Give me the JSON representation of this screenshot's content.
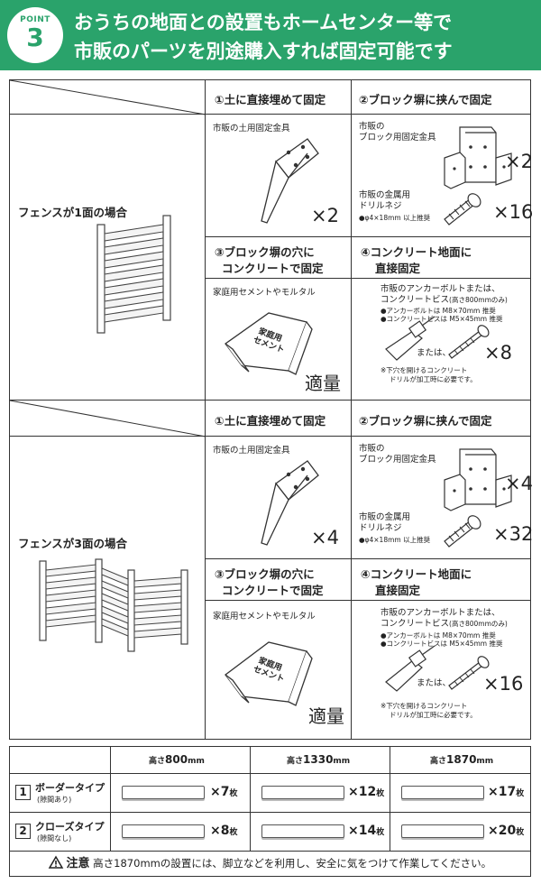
{
  "header": {
    "badge_label": "POINT",
    "badge_number": "3",
    "line1": "おうちの地面との設置もホームセンター等で",
    "line2": "市販のパーツを別途購入すれば固定可能です",
    "bg_color": "#2aa36b"
  },
  "sections": [
    {
      "row_label": "フェンスが1面の場合",
      "methods": {
        "m1": {
          "title": "①土に直接埋めて固定",
          "part": "市販の土用固定金具",
          "qty": "×2"
        },
        "m2": {
          "title": "②ブロック塀に挟んで固定",
          "part1_l1": "市販の",
          "part1_l2": "ブロック用固定金具",
          "qty1": "×2",
          "part2_l1": "市販の金属用",
          "part2_l2": "ドリルネジ",
          "part2_note": "●φ4×18mm 以上推奨",
          "qty2": "×16"
        },
        "m3": {
          "title_l1": "③ブロック塀の穴に",
          "title_l2": "コンクリートで固定",
          "part": "家庭用セメントやモルタル",
          "bag_l1": "家庭用",
          "bag_l2": "セメント",
          "qty": "適量"
        },
        "m4": {
          "title_l1": "④コンクリート地面に",
          "title_l2": "直接固定",
          "part_l1": "市販のアンカーボルトまたは、",
          "part_l2": "コンクリートビス",
          "part_l2_note": "(高さ800mmのみ)",
          "note1": "●アンカーボルトは M8×70mm 推奨",
          "note2": "●コンクリートビスは M5×45mm 推奨",
          "or_text": "または、",
          "qty": "×8",
          "foot1": "※下穴を開けるコンクリート",
          "foot2": "ドリルが加工時に必要です。"
        }
      }
    },
    {
      "row_label": "フェンスが3面の場合",
      "methods": {
        "m1": {
          "title": "①土に直接埋めて固定",
          "part": "市販の土用固定金具",
          "qty": "×4"
        },
        "m2": {
          "title": "②ブロック塀に挟んで固定",
          "part1_l1": "市販の",
          "part1_l2": "ブロック用固定金具",
          "qty1": "×4",
          "part2_l1": "市販の金属用",
          "part2_l2": "ドリルネジ",
          "part2_note": "●φ4×18mm 以上推奨",
          "qty2": "×32"
        },
        "m3": {
          "title_l1": "③ブロック塀の穴に",
          "title_l2": "コンクリートで固定",
          "part": "家庭用セメントやモルタル",
          "bag_l1": "家庭用",
          "bag_l2": "セメント",
          "qty": "適量"
        },
        "m4": {
          "title_l1": "④コンクリート地面に",
          "title_l2": "直接固定",
          "part_l1": "市販のアンカーボルトまたは、",
          "part_l2": "コンクリートビス",
          "part_l2_note": "(高さ800mmのみ)",
          "note1": "●アンカーボルトは M8×70mm 推奨",
          "note2": "●コンクリートビスは M5×45mm 推奨",
          "or_text": "または、",
          "qty": "×16",
          "foot1": "※下穴を開けるコンクリート",
          "foot2": "ドリルが加工時に必要です。"
        }
      }
    }
  ],
  "boards": {
    "heights": [
      {
        "label": "高さ",
        "value": "800",
        "unit": "mm"
      },
      {
        "label": "高さ",
        "value": "1330",
        "unit": "mm"
      },
      {
        "label": "高さ",
        "value": "1870",
        "unit": "mm"
      }
    ],
    "rows": [
      {
        "num": "1",
        "type": "ボーダータイプ",
        "sub": "(隙間あり)",
        "counts": [
          "×7",
          "×12",
          "×17"
        ],
        "unit": "枚"
      },
      {
        "num": "2",
        "type": "クローズタイプ",
        "sub": "(隙間なし)",
        "counts": [
          "×8",
          "×14",
          "×20"
        ],
        "unit": "枚"
      }
    ],
    "notice_icon": "warning-icon",
    "notice_label": "注意",
    "notice_text": "高さ1870mmの設置には、脚立などを利用し、安全に気をつけて作業してください。"
  }
}
